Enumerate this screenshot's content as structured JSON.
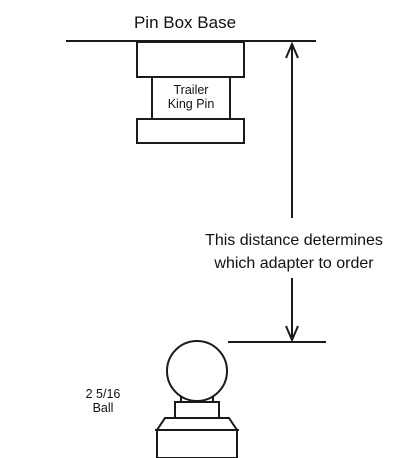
{
  "colors": {
    "stroke": "#1a1a1a",
    "fill": "#ffffff",
    "text": "#111111"
  },
  "labels": {
    "pin_box_base": "Pin Box Base",
    "king_pin_line1": "Trailer",
    "king_pin_line2": "King Pin",
    "distance_line1": "This distance determines",
    "distance_line2": "which adapter to order",
    "ball_line1": "2 5/16",
    "ball_line2": "Ball"
  }
}
